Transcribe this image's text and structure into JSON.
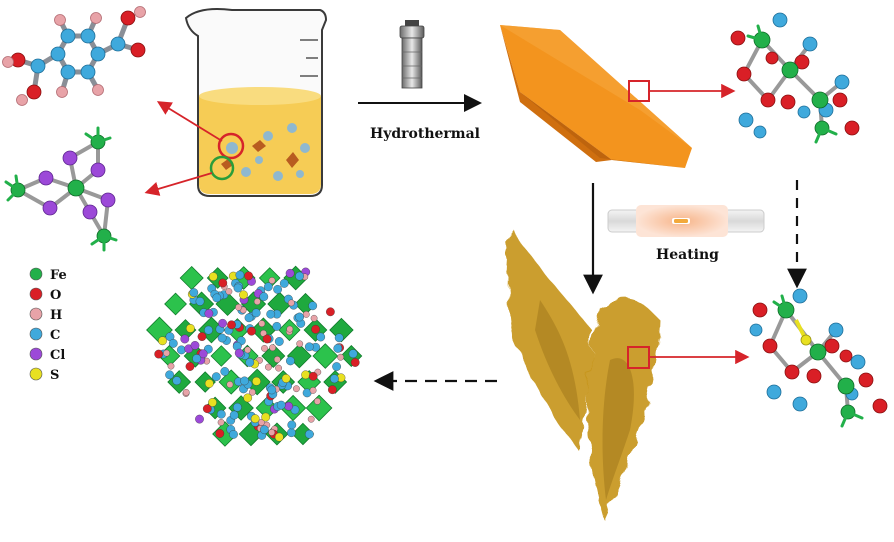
{
  "labels": {
    "hydrothermal": "Hydrothermal",
    "heating": "Heating"
  },
  "legend": [
    {
      "element": "Fe",
      "color": "#22b04a"
    },
    {
      "element": "O",
      "color": "#d91f26"
    },
    {
      "element": "H",
      "color": "#e8a3a8"
    },
    {
      "element": "C",
      "color": "#3fa9dc"
    },
    {
      "element": "Cl",
      "color": "#9c49d8"
    },
    {
      "element": "S",
      "color": "#e8e021"
    }
  ],
  "colors": {
    "liquid": "#f6cc55",
    "crystal": "#f3941e",
    "heated_crystal": "#c7961b",
    "arrow_red": "#d6242a",
    "arrow_black": "#111111",
    "highlight_green": "#2a9d3a"
  }
}
